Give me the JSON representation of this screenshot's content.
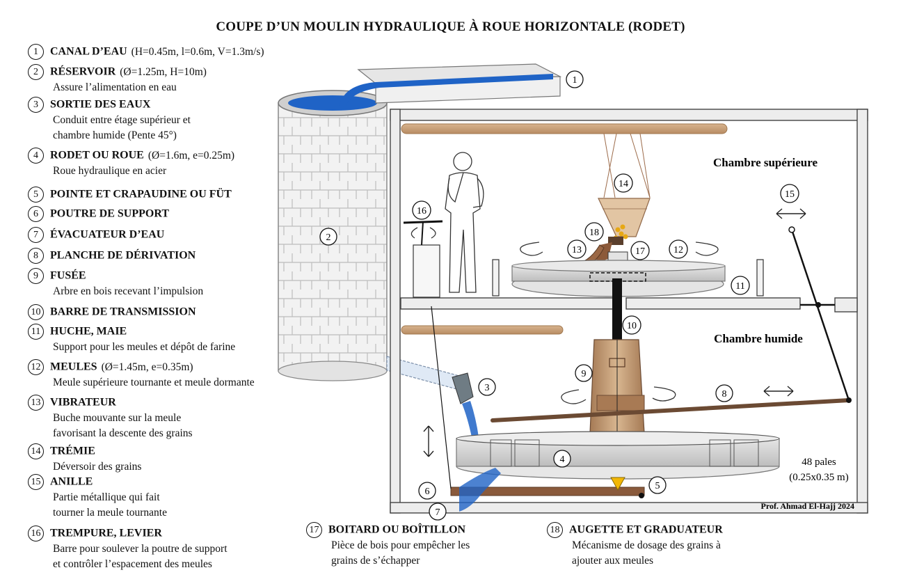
{
  "title": "COUPE D’UN MOULIN HYDRAULIQUE À ROUE HORIZONTALE (RODET)",
  "legend": [
    {
      "n": "1",
      "name": "CANAL D’EAU",
      "dims": "(H=0.45m, l=0.6m, V=1.3m/s)",
      "desc": ""
    },
    {
      "n": "2",
      "name": "RÉSERVOIR",
      "dims": "(Ø=1.25m, H=10m)",
      "desc": "Assure l’alimentation en eau"
    },
    {
      "n": "3",
      "name": "SORTIE DES EAUX",
      "dims": "",
      "desc": "Conduit entre étage supérieur et chambre humide (Pente 45°)"
    },
    {
      "n": "4",
      "name": "RODET OU ROUE",
      "dims": "(Ø=1.6m, e=0.25m)",
      "desc": "Roue hydraulique en acier"
    },
    {
      "n": "5",
      "name": "POINTE ET CRAPAUDINE OU FÜT",
      "dims": "",
      "desc": ""
    },
    {
      "n": "6",
      "name": "POUTRE DE SUPPORT",
      "dims": "",
      "desc": ""
    },
    {
      "n": "7",
      "name": "ÉVACUATEUR D’EAU",
      "dims": "",
      "desc": ""
    },
    {
      "n": "8",
      "name": "PLANCHE DE DÉRIVATION",
      "dims": "",
      "desc": ""
    },
    {
      "n": "9",
      "name": "FUSÉE",
      "dims": "",
      "desc": "Arbre en bois recevant l’impulsion"
    },
    {
      "n": "10",
      "name": "BARRE DE TRANSMISSION",
      "dims": "",
      "desc": ""
    },
    {
      "n": "11",
      "name": "HUCHE, MAIE",
      "dims": "",
      "desc": "Support pour les meules et dépôt de farine"
    },
    {
      "n": "12",
      "name": "MEULES",
      "dims": "(Ø=1.45m, e=0.35m)",
      "desc": "Meule supérieure tournante et meule dormante"
    },
    {
      "n": "13",
      "name": "VIBRATEUR",
      "dims": "",
      "desc": "Buche mouvante sur la meule favorisant la descente des grains"
    },
    {
      "n": "14",
      "name": "TRÉMIE",
      "dims": "",
      "desc": "Déversoir des grains"
    },
    {
      "n": "15",
      "name": "ANILLE",
      "dims": "",
      "desc": "Partie métallique qui fait tourner la meule tournante"
    },
    {
      "n": "16",
      "name": "TREMPURE, LEVIER",
      "dims": "",
      "desc": "Barre pour soulever la poutre de support et contrôler l’espacement des meules"
    },
    {
      "n": "17",
      "name": "BOITARD OU BOÎTILLON",
      "dims": "",
      "desc": "Pièce de bois pour empêcher les grains de s’échapper"
    },
    {
      "n": "18",
      "name": "AUGETTE ET GRADUATEUR",
      "dims": "",
      "desc": "Mécanisme de dosage des grains à ajouter aux meules"
    }
  ],
  "legend_lines": {
    "d3a": "Conduit entre étage supérieur et",
    "d3b": "chambre humide (Pente 45°)",
    "d13a": "Buche mouvante sur la meule",
    "d13b": "favorisant la descente des grains",
    "d15a": "Partie métallique qui fait",
    "d15b": "tourner la meule tournante",
    "d16a": "Barre pour soulever la poutre de support",
    "d16b": "et contrôler l’espacement des meules",
    "d17a": "Pièce de bois pour empêcher les",
    "d17b": "grains de s’échapper",
    "d18a": "Mécanisme de dosage des grains à",
    "d18b": "ajouter aux meules"
  },
  "diagram": {
    "room_upper": "Chambre supérieure",
    "room_wet": "Chambre humide",
    "paddles_a": "48 pales",
    "paddles_b": "(0.25x0.35 m)",
    "credit": "Prof. Ahmad El-Hajj 2024",
    "callouts": [
      "1",
      "2",
      "3",
      "4",
      "5",
      "6",
      "7",
      "8",
      "9",
      "10",
      "11",
      "12",
      "13",
      "14",
      "15",
      "16",
      "17",
      "18"
    ]
  },
  "colors": {
    "water": "#1f63c6",
    "wood": "#c9a27a",
    "wood_dark": "#6b4a33",
    "stone": "#d4d4d4",
    "wall": "#ededed",
    "grain": "#e7a814"
  }
}
